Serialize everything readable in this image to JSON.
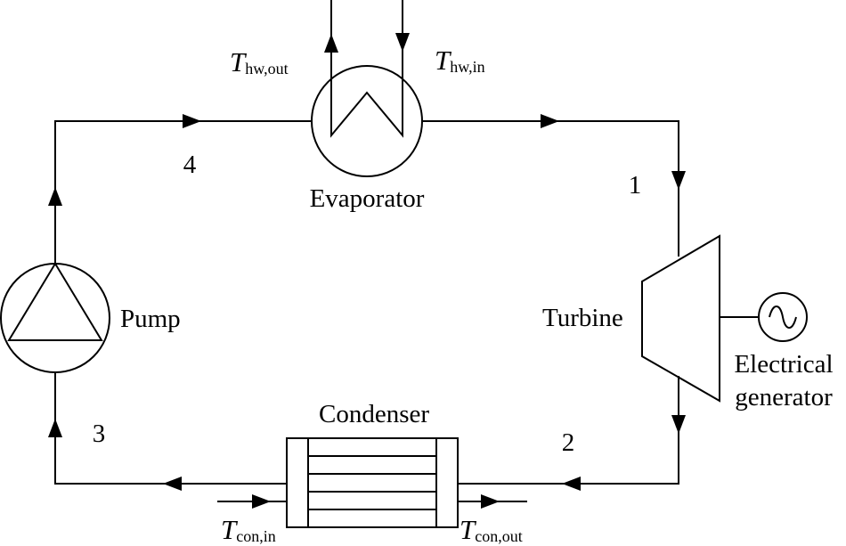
{
  "labels": {
    "evaporator": "Evaporator",
    "pump": "Pump",
    "turbine": "Turbine",
    "condenser": "Condenser",
    "generator_line1": "Electrical",
    "generator_line2": "generator"
  },
  "states": {
    "s1": "1",
    "s2": "2",
    "s3": "3",
    "s4": "4"
  },
  "temperatures": {
    "symbol": "T",
    "hw_out_sub": "hw,out",
    "hw_in_sub": "hw,in",
    "con_in_sub": "con,in",
    "con_out_sub": "con,out"
  }
}
